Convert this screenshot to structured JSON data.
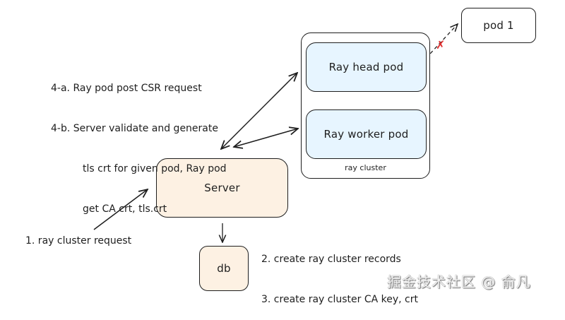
{
  "nodes": {
    "cluster": {
      "label": "ray cluster",
      "fill": "#ffffff"
    },
    "head": {
      "label": "Ray head pod",
      "fill": "#e7f5ff"
    },
    "worker": {
      "label": "Ray worker pod",
      "fill": "#e7f5ff"
    },
    "pod1": {
      "label": "pod 1",
      "fill": "#ffffff"
    },
    "server": {
      "label": "Server",
      "fill": "#fdf1e3"
    },
    "db": {
      "label": "db",
      "fill": "#fdf1e3"
    }
  },
  "notes": {
    "step4": {
      "line1": "4-a. Ray pod post CSR request",
      "line2": "4-b. Server validate and generate",
      "line3": "tls crt for given pod, Ray pod",
      "line4": "get CA crt, tls.crt"
    },
    "step1": "1. ray cluster request",
    "step2": "2. create ray cluster records",
    "step3": "3. create ray cluster CA key, crt"
  },
  "edges": {
    "head_worker_status": {
      "symbol": "✔",
      "color": "#2f9e44"
    },
    "head_pod1_status": {
      "symbol": "✗",
      "color": "#e03131"
    }
  },
  "watermark": "掘金技术社区 @ 俞凡"
}
